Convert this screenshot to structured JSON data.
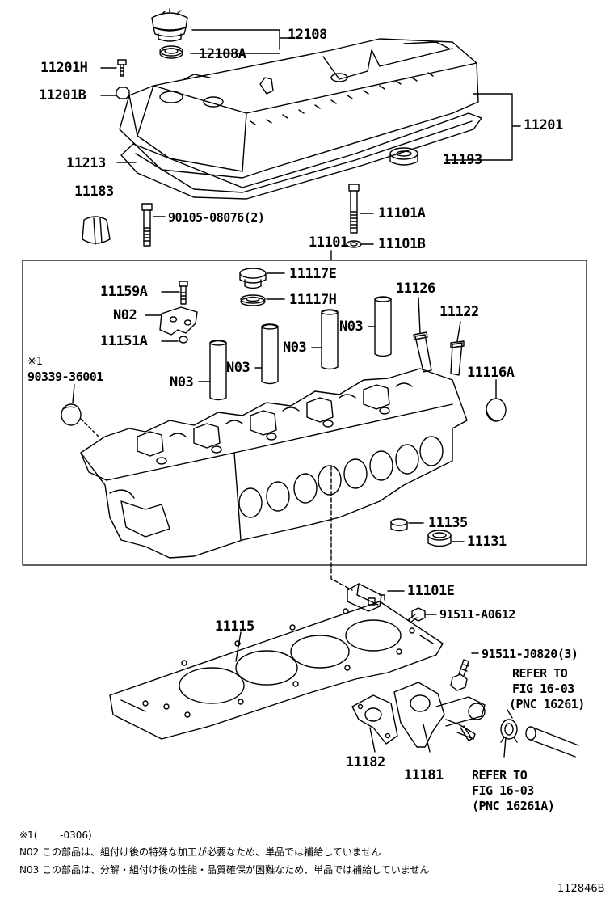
{
  "parts": {
    "p12108": "12108",
    "p12108A": "12108A",
    "p11201H": "11201H",
    "p11201B": "11201B",
    "p11201": "11201",
    "p11213": "11213",
    "p11193": "11193",
    "p11183": "11183",
    "p90105": "90105-08076(2)",
    "p11101A": "11101A",
    "p11101B": "11101B",
    "p11101": "11101",
    "p11117E": "11117E",
    "p11117H": "11117H",
    "p11159A": "11159A",
    "pN02": "N02",
    "p11151A": "11151A",
    "p11126": "11126",
    "p11122": "11122",
    "pN03_a": "N03",
    "pN03_b": "N03",
    "pN03_c": "N03",
    "pN03_d": "N03",
    "p90339_mark": "※1",
    "p90339": "90339-36001",
    "p11116A": "11116A",
    "p11135": "11135",
    "p11131": "11131",
    "p11101E": "11101E",
    "p91511A": "91511-A0612",
    "p11115": "11115",
    "p91511J": "91511-J0820(3)",
    "ref1_line1": "REFER TO",
    "ref1_line2": "FIG 16-03",
    "ref1_line3": "(PNC 16261)",
    "p11182": "11182",
    "p11181": "11181",
    "ref2_line1": "REFER TO",
    "ref2_line2": "FIG 16-03",
    "ref2_line3": "(PNC 16261A)"
  },
  "notes": {
    "note1": "※1(　　 -0306)",
    "note2": "N02 この部品は、組付け後の特殊な加工が必要なため、単品では補給していません",
    "note3": "N03 この部品は、分解・組付け後の性能・品質確保が困難なため、単品では補給していません"
  },
  "figure_code": "112846B"
}
